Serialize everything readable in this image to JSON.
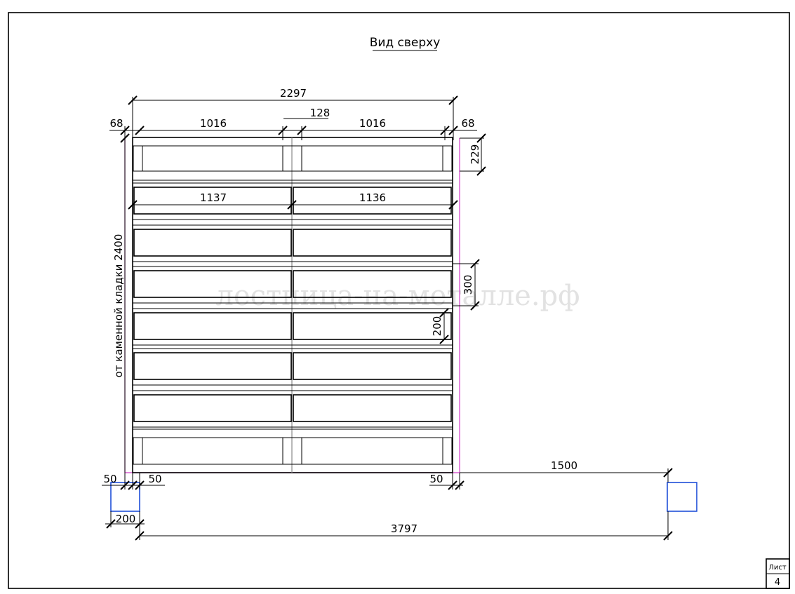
{
  "title": "Вид сверху",
  "watermark": "лестница-на-металле.рф",
  "sheet": {
    "label": "Лист",
    "number": "4"
  },
  "dimensions": {
    "overall_width": "2297",
    "left_edge": "68",
    "right_edge": "68",
    "left_span": "1016",
    "center_gap": "128",
    "right_span": "1016",
    "step_depth": "229",
    "left_tread": "1137",
    "right_tread": "1136",
    "step_pitch": "300",
    "tread_depth": "200",
    "masonry_label": "от каменной кладки 2400",
    "left_offset_a": "50",
    "left_offset_b": "50",
    "right_offset": "50",
    "post_size": "200",
    "post_distance": "1500",
    "total_length": "3797"
  },
  "colors": {
    "outline": "#000000",
    "frame_magenta": "#d23cc8",
    "center_grey": "#888888",
    "post_blue": "#1f4fd8"
  }
}
